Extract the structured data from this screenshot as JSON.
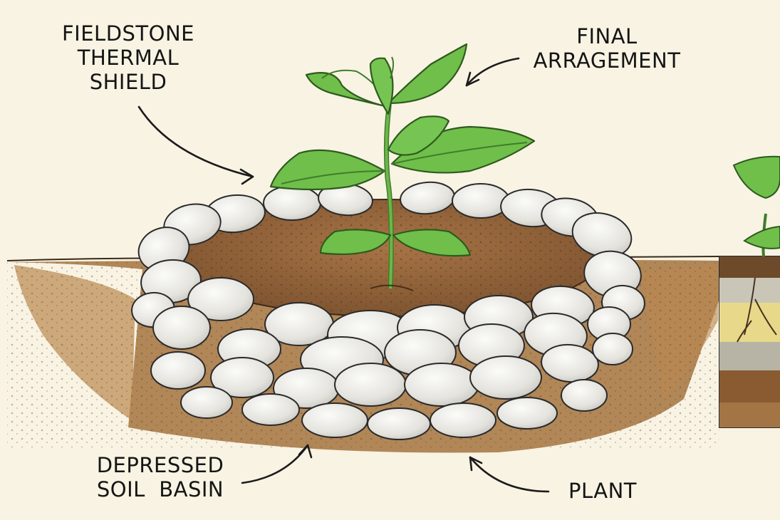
{
  "labels": {
    "fieldstone": [
      "FIELDSTONE",
      "THERMAL",
      "SHIELD"
    ],
    "final": [
      "FINAL",
      "ARRAGEMENT"
    ],
    "basin": [
      "DEPRESSED",
      "SOIL  BASIN"
    ],
    "plant": "PLANT"
  },
  "colors": {
    "background": "#f8f3e3",
    "soil": "#9b6a3c",
    "soil_dark": "#7a4f2a",
    "stone": "#ecebe6",
    "stone_outline": "#2a2a2a",
    "leaf": "#6fbf4a",
    "stem": "#5aa23c"
  }
}
